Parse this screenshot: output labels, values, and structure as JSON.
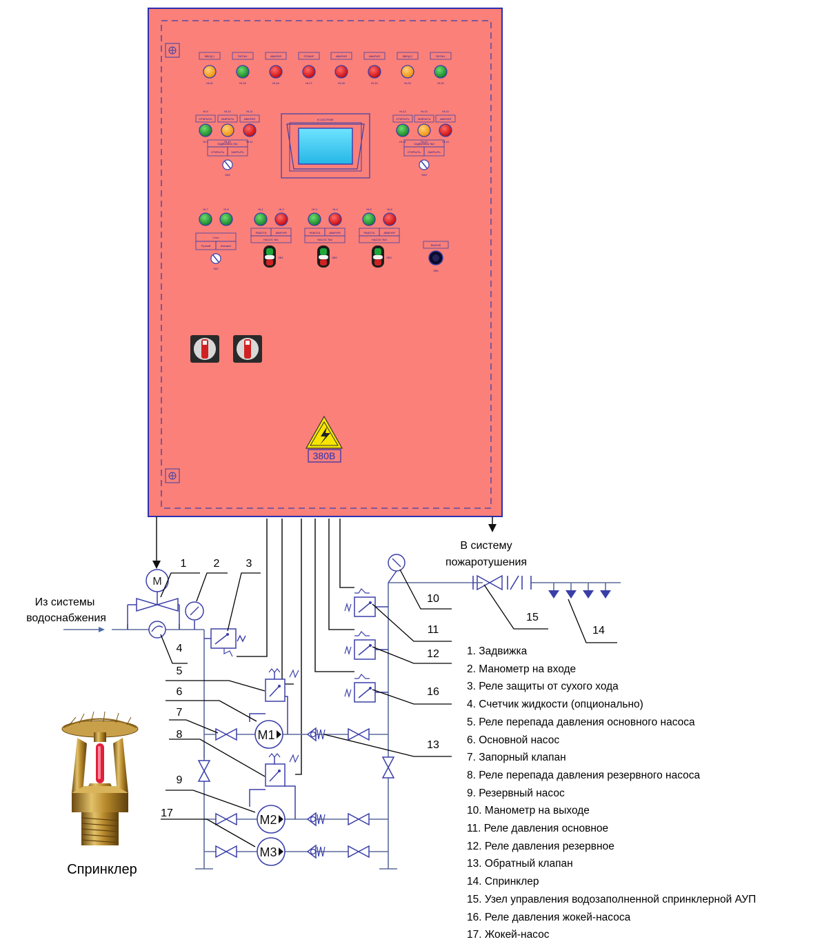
{
  "panel": {
    "colors": {
      "body": "#fa8079",
      "frame": "#2b2fb0",
      "border_dash": "#3a3fa8"
    },
    "top_lamps": [
      {
        "tag": "ВВОД 1",
        "label": "HL01",
        "color": "orange"
      },
      {
        "tag": "ПИТАН.",
        "label": "HL15",
        "color": "green"
      },
      {
        "tag": "АВАРИЯ",
        "label": "HL16",
        "color": "red"
      },
      {
        "tag": "ПОЖАР",
        "label": "HL17",
        "color": "red"
      },
      {
        "tag": "АВАРИЯ",
        "label": "HL18",
        "color": "red"
      },
      {
        "tag": "АВАРИЯ",
        "label": "HL19",
        "color": "red"
      },
      {
        "tag": "ВВОД 2",
        "label": "HL02",
        "color": "orange"
      },
      {
        "tag": "ПИТАН.",
        "label": "HL20",
        "color": "green"
      }
    ],
    "left_valve_lamps": [
      {
        "tag": "ОТКРЫТЬ",
        "label": "HL9",
        "color": "green"
      },
      {
        "tag": "ЗАКРЫТЬ",
        "label": "HL10",
        "color": "orange"
      },
      {
        "tag": "АВАРИЯ",
        "label": "HL11",
        "color": "red"
      }
    ],
    "right_valve_lamps": [
      {
        "tag": "ОТКРЫТЬ",
        "label": "HL12",
        "color": "green"
      },
      {
        "tag": "ЗАКРЫТЬ",
        "label": "HL13",
        "color": "orange"
      },
      {
        "tag": "АВАРИЯ",
        "label": "HL14",
        "color": "red"
      }
    ],
    "left_valve_title": "ЗАДВИЖКА №1",
    "right_valve_title": "ЗАДВИЖКА №2",
    "left_valve_switch": "SA2",
    "right_valve_switch": "SA3",
    "valve_open": "ОТКРЫТЬ",
    "valve_close": "ЗАКРЫТЬ",
    "display_title": "В СИСТЕМЕ",
    "mode_lamps": [
      {
        "label": "HL7",
        "color": "green"
      },
      {
        "label": "HL8",
        "color": "green"
      }
    ],
    "mode_title": "Стоп",
    "mode_manual": "Ручной",
    "mode_auto": "Автомат",
    "mode_switch": "SA1",
    "pump_groups": [
      {
        "lamps": [
          {
            "label": "HL1",
            "color": "green"
          },
          {
            "label": "HL2",
            "color": "red"
          }
        ],
        "run": "РАБОТА",
        "fault": "АВАРИЯ",
        "title": "НАСОС №1",
        "switch": "SB1"
      },
      {
        "lamps": [
          {
            "label": "HL3",
            "color": "green"
          },
          {
            "label": "HL4",
            "color": "red"
          }
        ],
        "run": "РАБОТА",
        "fault": "АВАРИЯ",
        "title": "НАСОС №2",
        "switch": "SB2"
      },
      {
        "lamps": [
          {
            "label": "HL5",
            "color": "green"
          },
          {
            "label": "HL6",
            "color": "red"
          }
        ],
        "run": "РАБОТА",
        "fault": "АВАРИЯ",
        "title": "НАСОС №3",
        "switch": "SB3"
      }
    ],
    "stop_button_tag": "ВЫЗОВ",
    "stop_button_label": "SB4",
    "voltage_label": "380В"
  },
  "diagram": {
    "from_supply": "Из системы водоснабжения",
    "from_supply_lines": [
      "Из системы",
      "водоснабжения"
    ],
    "to_system_lines": [
      "В систему",
      "пожаротушения"
    ],
    "valve_motor_letter": "M",
    "pumps": [
      {
        "id": "M1",
        "label": "M1"
      },
      {
        "id": "M2",
        "label": "M2"
      },
      {
        "id": "M3",
        "label": "M3"
      }
    ],
    "numbers": [
      "1",
      "2",
      "3",
      "4",
      "5",
      "6",
      "7",
      "8",
      "9",
      "10",
      "11",
      "12",
      "13",
      "14",
      "15",
      "16",
      "17"
    ],
    "sprinkler_caption": "Спринклер"
  },
  "legend": [
    "1. Задвижка",
    "2. Манометр на входе",
    "3. Реле защиты от сухого хода",
    "4. Счетчик жидкости (опционально)",
    "5. Реле перепада давления основного насоса",
    "6. Основной насос",
    "7. Запорный клапан",
    "8. Реле перепада давления резервного насоса",
    "9. Резервный насос",
    "10. Манометр на выходе",
    "11. Реле давления основное",
    "12. Реле давления резервное",
    "13. Обратный клапан",
    "14. Спринклер",
    "15. Узел управления водозаполненной спринклерной АУП",
    "16. Реле давления жокей-насоса",
    "17. Жокей-насос"
  ]
}
